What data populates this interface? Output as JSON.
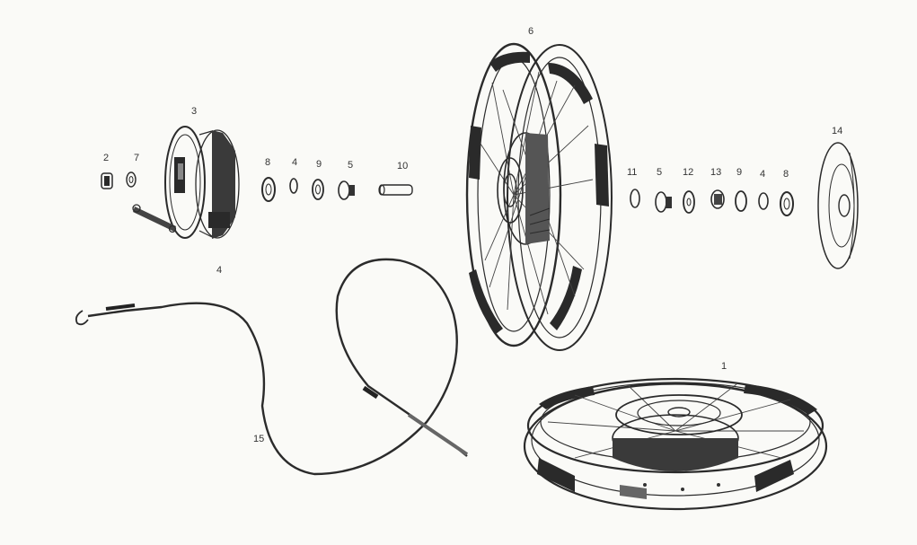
{
  "diagram": {
    "callouts": {
      "c6": "6",
      "c3": "3",
      "c2": "2",
      "c7": "7",
      "c8a": "8",
      "c4a": "4",
      "c9a": "9",
      "c5a": "5",
      "c10": "10",
      "c11": "11",
      "c5b": "5",
      "c12": "12",
      "c13": "13",
      "c9b": "9",
      "c4b": "4",
      "c8b": "8",
      "c14": "14",
      "c4c": "4",
      "c15": "15",
      "c1": "1"
    }
  }
}
